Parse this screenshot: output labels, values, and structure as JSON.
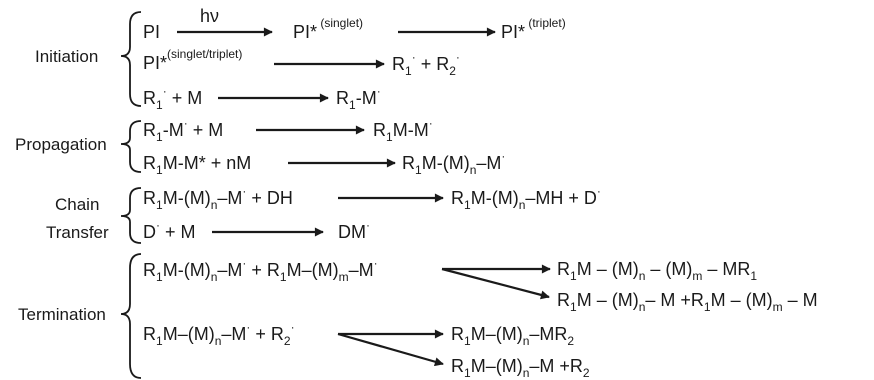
{
  "sections": {
    "initiation": "Initiation",
    "propagation": "Propagation",
    "chain_1": "Chain",
    "chain_2": "Transfer",
    "termination": "Termination"
  },
  "common": {
    "R": "R",
    "M": "M",
    "one": "1",
    "two": "2",
    "n": "n",
    "m": "m",
    "dot": "·",
    "plus": " + ",
    "dash": "-",
    "endash": "–",
    "spaced_dash": " – ",
    "star": "*"
  },
  "initiation": {
    "pi": "PI",
    "hv": "hν",
    "pi_star": "PI*",
    "singlet": " (singlet)",
    "triplet": " (triplet)",
    "singlet_triplet": "(singlet/triplet)"
  },
  "propagation": {
    "plus_nM": " + nM"
  },
  "transfer": {
    "plus_DH": " + DH",
    "MH": "MH",
    "plus_D": " + D",
    "D": "D",
    "plus_M": " + M",
    "DM": "DM"
  },
  "termination": {
    "plus_R1M": " + R",
    "MR": "MR",
    "plus_R": " +R",
    "dash_M": " – M",
    "dash_M_plus_R1M": "– M +R"
  }
}
